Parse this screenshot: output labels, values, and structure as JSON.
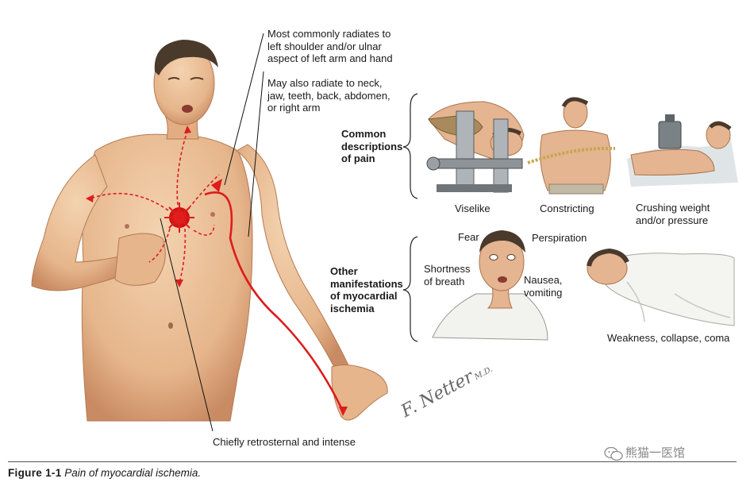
{
  "figure": {
    "label": "Figure 1-1",
    "title": "Pain of myocardial ischemia."
  },
  "annotations": {
    "radiation_primary": "Most commonly radiates to\nleft shoulder and/or ulnar\naspect of left arm and hand",
    "radiation_secondary": "May also radiate to neck,\njaw, teeth, back, abdomen,\nor right arm",
    "location": "Chiefly retrosternal and intense"
  },
  "pain_descriptions": {
    "heading": "Common\ndescriptions\nof pain",
    "items": [
      {
        "label": "Viselike"
      },
      {
        "label": "Constricting"
      },
      {
        "label": "Crushing weight\nand/or pressure"
      }
    ]
  },
  "other_manifestations": {
    "heading": "Other\nmanifestations\nof myocardial\nischemia",
    "items": [
      {
        "label": "Fear"
      },
      {
        "label": "Perspiration"
      },
      {
        "label": "Shortness\nof breath"
      },
      {
        "label": "Nausea,\nvomiting"
      },
      {
        "label": "Weakness, collapse, coma"
      }
    ]
  },
  "signature": {
    "text": "F. Netter",
    "suffix": "M.D."
  },
  "watermark": {
    "text": "熊猫一医馆",
    "icon": "wechat-icon"
  },
  "colors": {
    "skin": "#e9bf97",
    "skin_shadow": "#c98b63",
    "pain": "#dd1c1c",
    "leader": "#111111"
  }
}
